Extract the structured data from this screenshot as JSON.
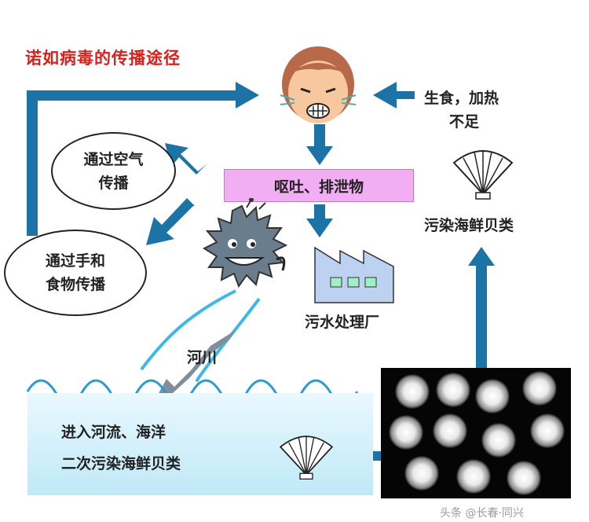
{
  "title": "诺如病毒的传播途径",
  "labels": {
    "raw_food_line1": "生食，加热",
    "raw_food_line2": "不足",
    "air_line1": "通过空气",
    "air_line2": "传播",
    "hand_line1": "通过手和",
    "hand_line2": "食物传播",
    "vomit": "呕吐、排泄物",
    "sewage": "污水处理厂",
    "seafood": "污染海鲜贝类",
    "river": "河川",
    "sea_line1": "进入河流、海洋",
    "sea_line2": "二次污染海鲜贝类"
  },
  "watermark": "头条 @长春·同兴",
  "colors": {
    "title": "#d8201c",
    "arrow": "#1c73a6",
    "vomit_box": "#f2aef2",
    "water": "#3cc0ea",
    "factory": "#bcd2f0"
  }
}
